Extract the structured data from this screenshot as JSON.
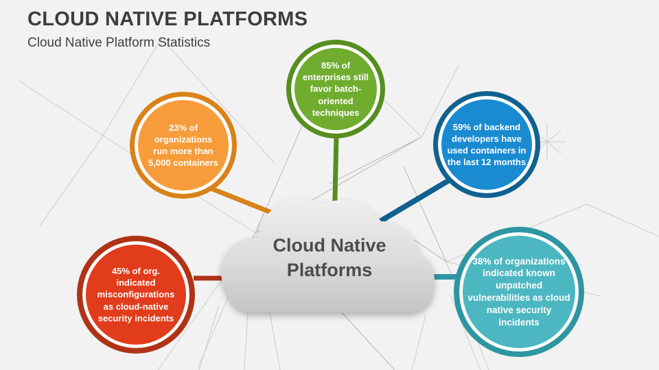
{
  "background_color": "#F2F2F2",
  "header": {
    "title": "CLOUD NATIVE PLATFORMS",
    "subtitle": "Cloud Native Platform Statistics",
    "title_color": "#3D3D3D"
  },
  "cloud": {
    "label_line1": "Cloud Native",
    "label_line2": "Platforms",
    "text_color": "#4C4C4C",
    "gradient_top": "#EFEFEF",
    "gradient_bottom": "#C3C3C3"
  },
  "stats": [
    {
      "name": "containers-run",
      "text": "23% of organizations run more than 5,000 containers",
      "fill": "#F79C3A",
      "ring": "#D9821A"
    },
    {
      "name": "batch-oriented",
      "text": "85% of enterprises still favor batch-oriented techniques",
      "fill": "#70AD2F",
      "ring": "#568E1F"
    },
    {
      "name": "backend-developers",
      "text": "59% of backend developers have used containers in the last 12 months",
      "fill": "#1A8BD1",
      "ring": "#10618F"
    },
    {
      "name": "misconfigurations",
      "text": "45% of org. indicated misconfigurations as cloud-native security incidents",
      "fill": "#E13C1B",
      "ring": "#AF3317"
    },
    {
      "name": "unpatched-vulnerabilities",
      "text": "38% of organizations indicated known unpatched vulnerabilities as cloud native security incidents",
      "fill": "#4DB7C1",
      "ring": "#2E96A2"
    }
  ]
}
